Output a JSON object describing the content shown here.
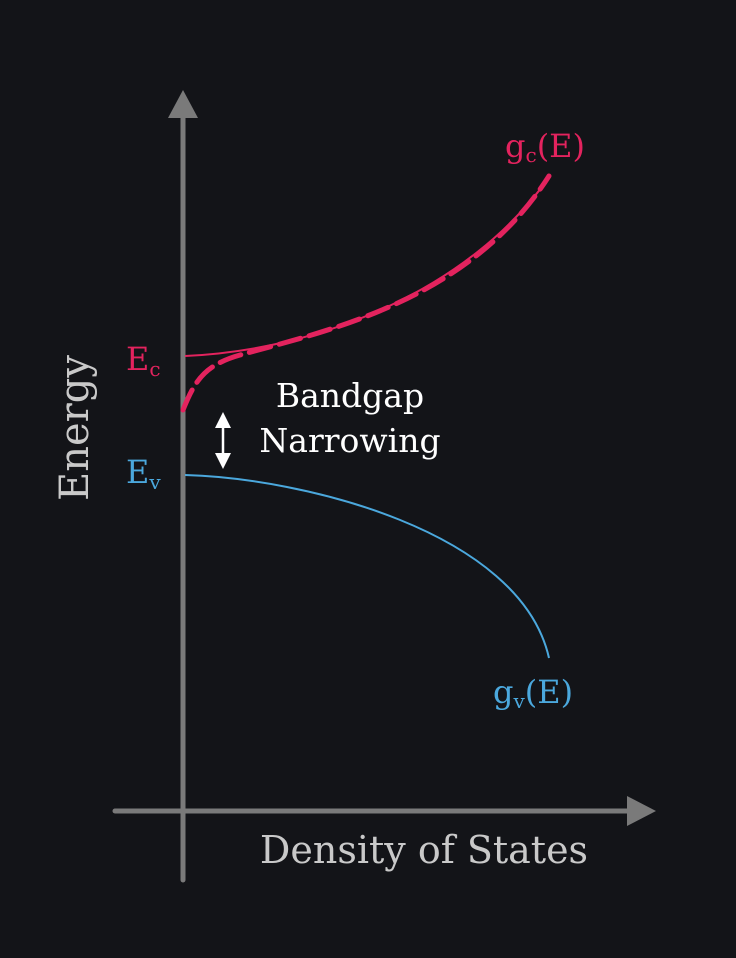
{
  "labels": {
    "y_axis": "Energy",
    "x_axis": "Density of States",
    "ec_main": "E",
    "ec_sub": "c",
    "ev_main": "E",
    "ev_sub": "v",
    "gc_g": "g",
    "gc_sub": "c",
    "gc_arg": "(E)",
    "gv_g": "g",
    "gv_sub": "v",
    "gv_arg": "(E)",
    "bandgap_line1": "Bandgap",
    "bandgap_line2": "Narrowing"
  },
  "colors": {
    "background": "#131418",
    "axis": "#7a7a7a",
    "axis_text": "#c9c9c9",
    "conduction": "#e3235e",
    "valence": "#4ba8dd",
    "annotation": "#ffffff"
  }
}
